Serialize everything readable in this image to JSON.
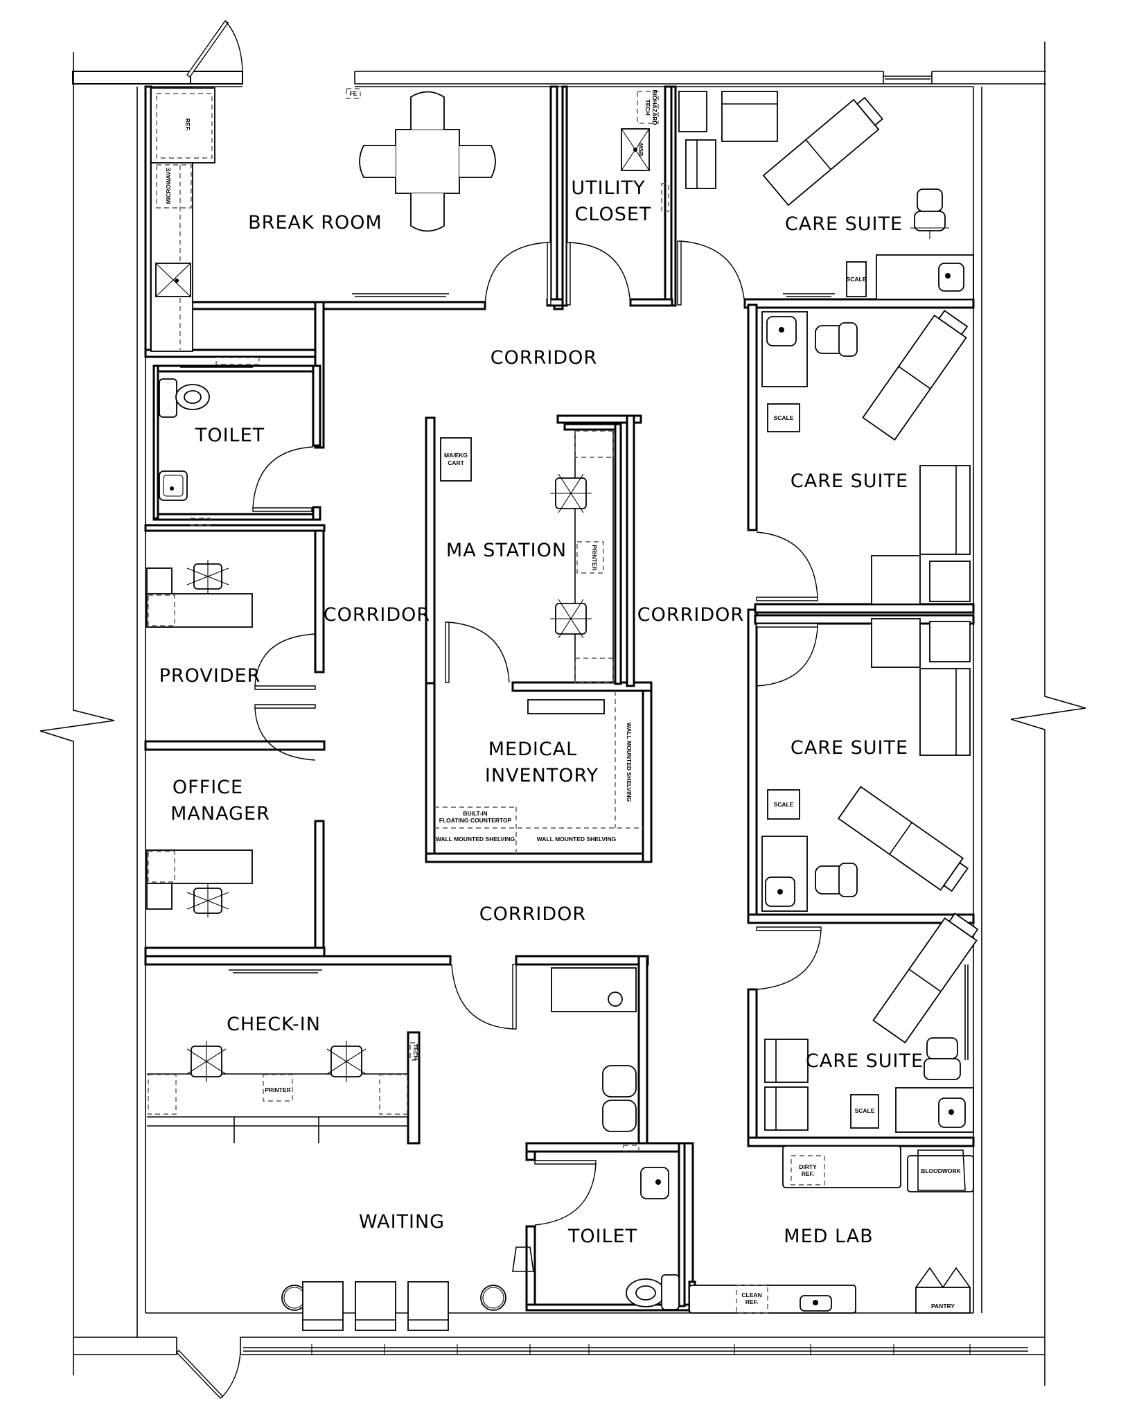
{
  "plan": {
    "type": "medical-office-floor-plan",
    "rooms": {
      "break_room": "BREAK ROOM",
      "utility_closet_line1": "UTILITY",
      "utility_closet_line2": "CLOSET",
      "care_suite_1": "CARE SUITE",
      "corridor_top": "CORRIDOR",
      "toilet_top": "TOILET",
      "care_suite_2": "CARE SUITE",
      "ma_station": "MA STATION",
      "corridor_left": "CORRIDOR",
      "corridor_right": "CORRIDOR",
      "provider": "PROVIDER",
      "care_suite_3": "CARE SUITE",
      "office_manager_line1": "OFFICE",
      "office_manager_line2": "MANAGER",
      "medical_inventory_line1": "MEDICAL",
      "medical_inventory_line2": "INVENTORY",
      "corridor_bottom": "CORRIDOR",
      "check_in": "CHECK-IN",
      "care_suite_4": "CARE SUITE",
      "waiting": "WAITING",
      "toilet_bottom": "TOILET",
      "med_lab": "MED LAB"
    },
    "fixtures": {
      "ref": "REF.",
      "microwave": "MICROWAVE",
      "fe": "FE",
      "tech_biohazard_line1": "TECH",
      "tech_biohazard_line2": "BIOHAZARD",
      "msb": "MSB",
      "scale": "SCALE",
      "ma_ekg_cart_line1": "MA/EKG",
      "ma_ekg_cart_line2": "CART",
      "printer": "PRINTER",
      "built_in_line1": "BUILT-IN",
      "built_in_line2": "FLOATING COUNTERTOP",
      "wall_mounted_shelving": "WALL MOUNTED SHELVING",
      "tech": "TECH",
      "dirty_ref_line1": "DIRTY",
      "dirty_ref_line2": "REF.",
      "bloodwork": "BLOODWORK",
      "clean_ref_line1": "CLEAN",
      "clean_ref_line2": "REF.",
      "pantry": "PANTRY"
    }
  }
}
